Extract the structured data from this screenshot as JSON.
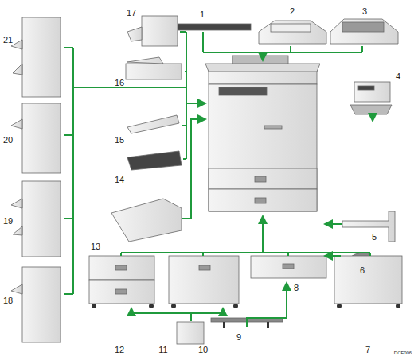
{
  "diagram": {
    "labels": [
      "1",
      "2",
      "3",
      "4",
      "5",
      "6",
      "7",
      "8",
      "9",
      "10",
      "11",
      "12",
      "13",
      "14",
      "15",
      "16",
      "17",
      "18",
      "19",
      "20",
      "21",
      "DCF006"
    ]
  }
}
